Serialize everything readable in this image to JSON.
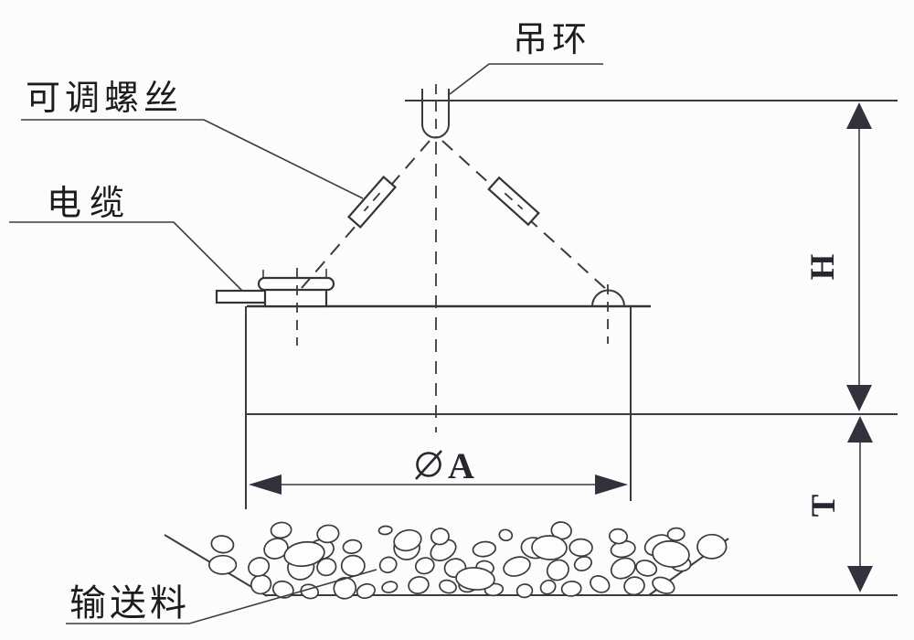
{
  "labels": {
    "lifting_ring": "吊环",
    "adjustable_screw": "可调螺丝",
    "cable": "电缆",
    "material": "输送料"
  },
  "dimensions": {
    "height": "H",
    "depth": "T",
    "diameter_symbol": "⌀",
    "diameter_letter": "A",
    "diameter_label": "⌀ A"
  },
  "colors": {
    "background": "#fcfcfc",
    "line": "#3a3a40",
    "arrow_fill": "#32323c",
    "text": "#1c1c1c"
  }
}
